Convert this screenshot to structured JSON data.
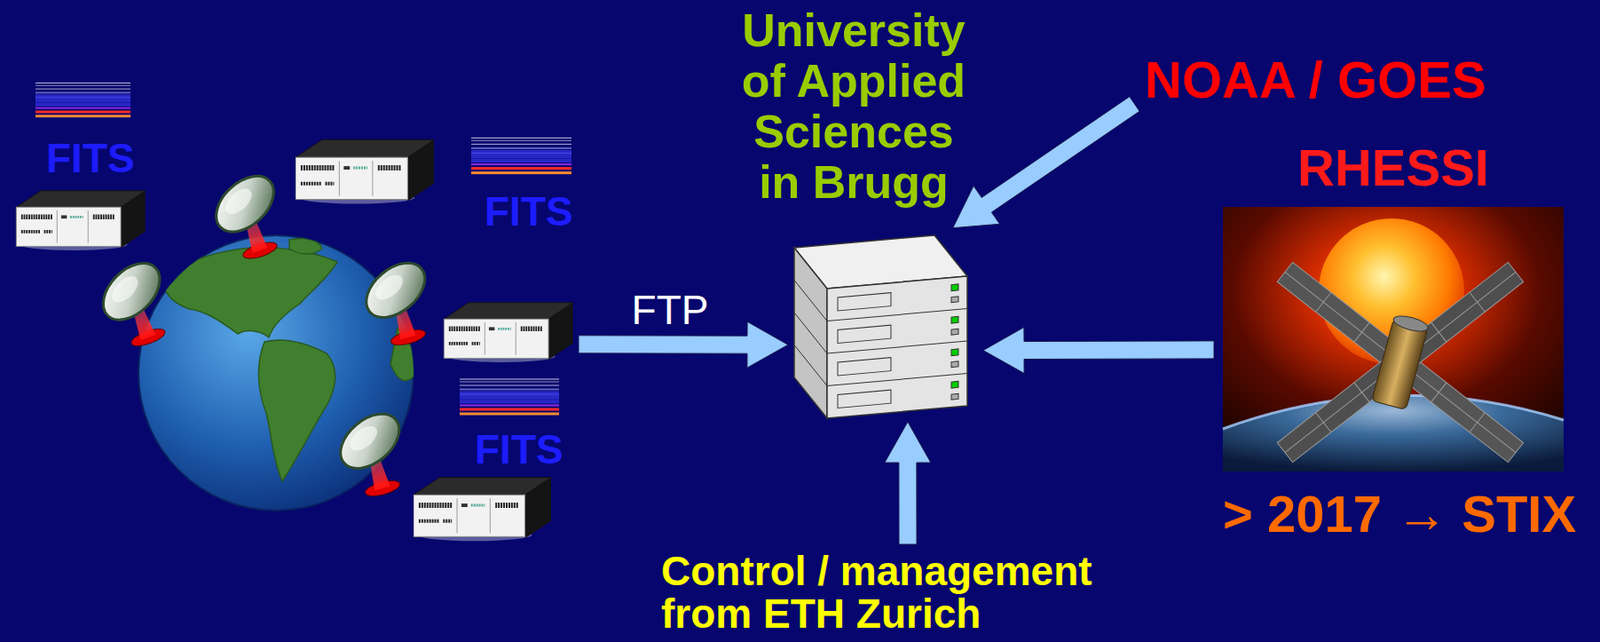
{
  "diagram": {
    "nodes": [
      {
        "text": [
          "FITS",
          "FITS",
          "FITS"
        ]
      },
      {
        "text": [
          "University of Applied Sciences in Brugg"
        ]
      },
      {
        "text": [
          "NOAA / GOES"
        ]
      },
      {
        "text": [
          "RHESSI",
          "> 2017 → STIX"
        ]
      },
      {
        "text": [
          "Control / management from ETH Zurich"
        ]
      }
    ],
    "edges": [
      {
        "from": 0,
        "to": 1,
        "arrow": "to",
        "label": "FTP"
      },
      {
        "from": 2,
        "to": 1,
        "arrow": "to"
      },
      {
        "from": 3,
        "to": 1,
        "arrow": "to"
      },
      {
        "from": 4,
        "to": 1,
        "arrow": "to"
      }
    ]
  }
}
